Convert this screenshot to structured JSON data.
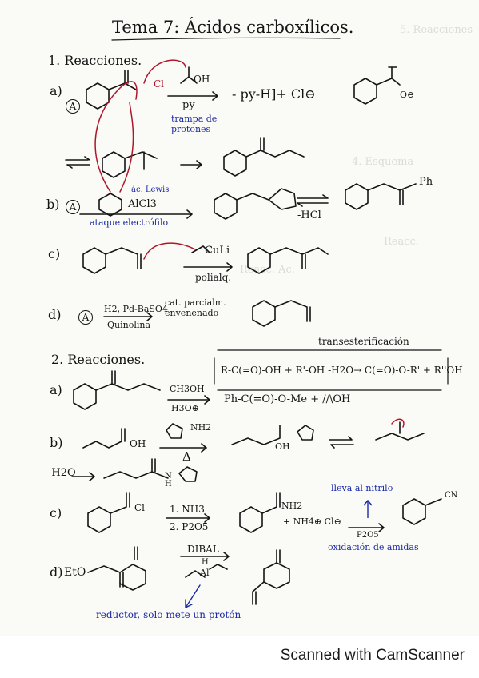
{
  "title": "Tema 7: Ácidos carboxílicos.",
  "section1": {
    "heading": "1. Reacciones.",
    "a": {
      "label": "a)",
      "circle": "A",
      "cl_charge": "Cl",
      "reagent": "OH",
      "reagent_below": "py",
      "note": "trampa de protones",
      "product_salt": "- py-H]+ Cl⊖",
      "product_label": "O⊖"
    },
    "b": {
      "label": "b)",
      "circle": "A",
      "reagent": "AlCl3",
      "note_top": "ác. Lewis",
      "note_bottom": "ataque electrófilo",
      "product_ph": "Ph",
      "arrow_label": "-HCl"
    },
    "c": {
      "label": "c)",
      "reagent": "CuLi",
      "note": "polialq."
    },
    "d": {
      "label": "d)",
      "circle": "A",
      "reagent": "H2, Pd-BaSO4",
      "reagent_below": "Quinolina",
      "note": "cat. parcialm. envenenado"
    }
  },
  "section2": {
    "heading": "2. Reacciones.",
    "box_title": "transesterificación",
    "box_eq": "R-C(=O)-OH + R'-OH  -H2O→  C(=O)-O-R' + R''OH",
    "a": {
      "label": "a)",
      "reagent": "CH3OH",
      "reagent_below": "H3O⊕",
      "product": "Ph-C(=O)-O-Me +  ∕∕\\OH"
    },
    "b": {
      "label": "b)",
      "acid": "OH",
      "reagent": "NH2",
      "heat": "Δ",
      "intermediate": "OH",
      "minus_water": "-H2O",
      "amide_h": "H",
      "amide_n": "N"
    },
    "c": {
      "label": "c)",
      "cl": "Cl",
      "step1": "1. NH3",
      "step2": "2. P2O5",
      "product": "NH2",
      "side": "+ NH4⊕ Cl⊖",
      "note_top": "lleva al nitrilo",
      "note_bottom": "oxidación de amidas",
      "p2o5": "P2O5",
      "cn": "CN"
    },
    "d": {
      "label": "d)",
      "eto": "EtO",
      "reagent": "DIBAL",
      "reagent_h": "H",
      "reagent_al": "Al",
      "note": "reductor, solo mete un protón"
    }
  },
  "footer": "Scanned with CamScanner"
}
